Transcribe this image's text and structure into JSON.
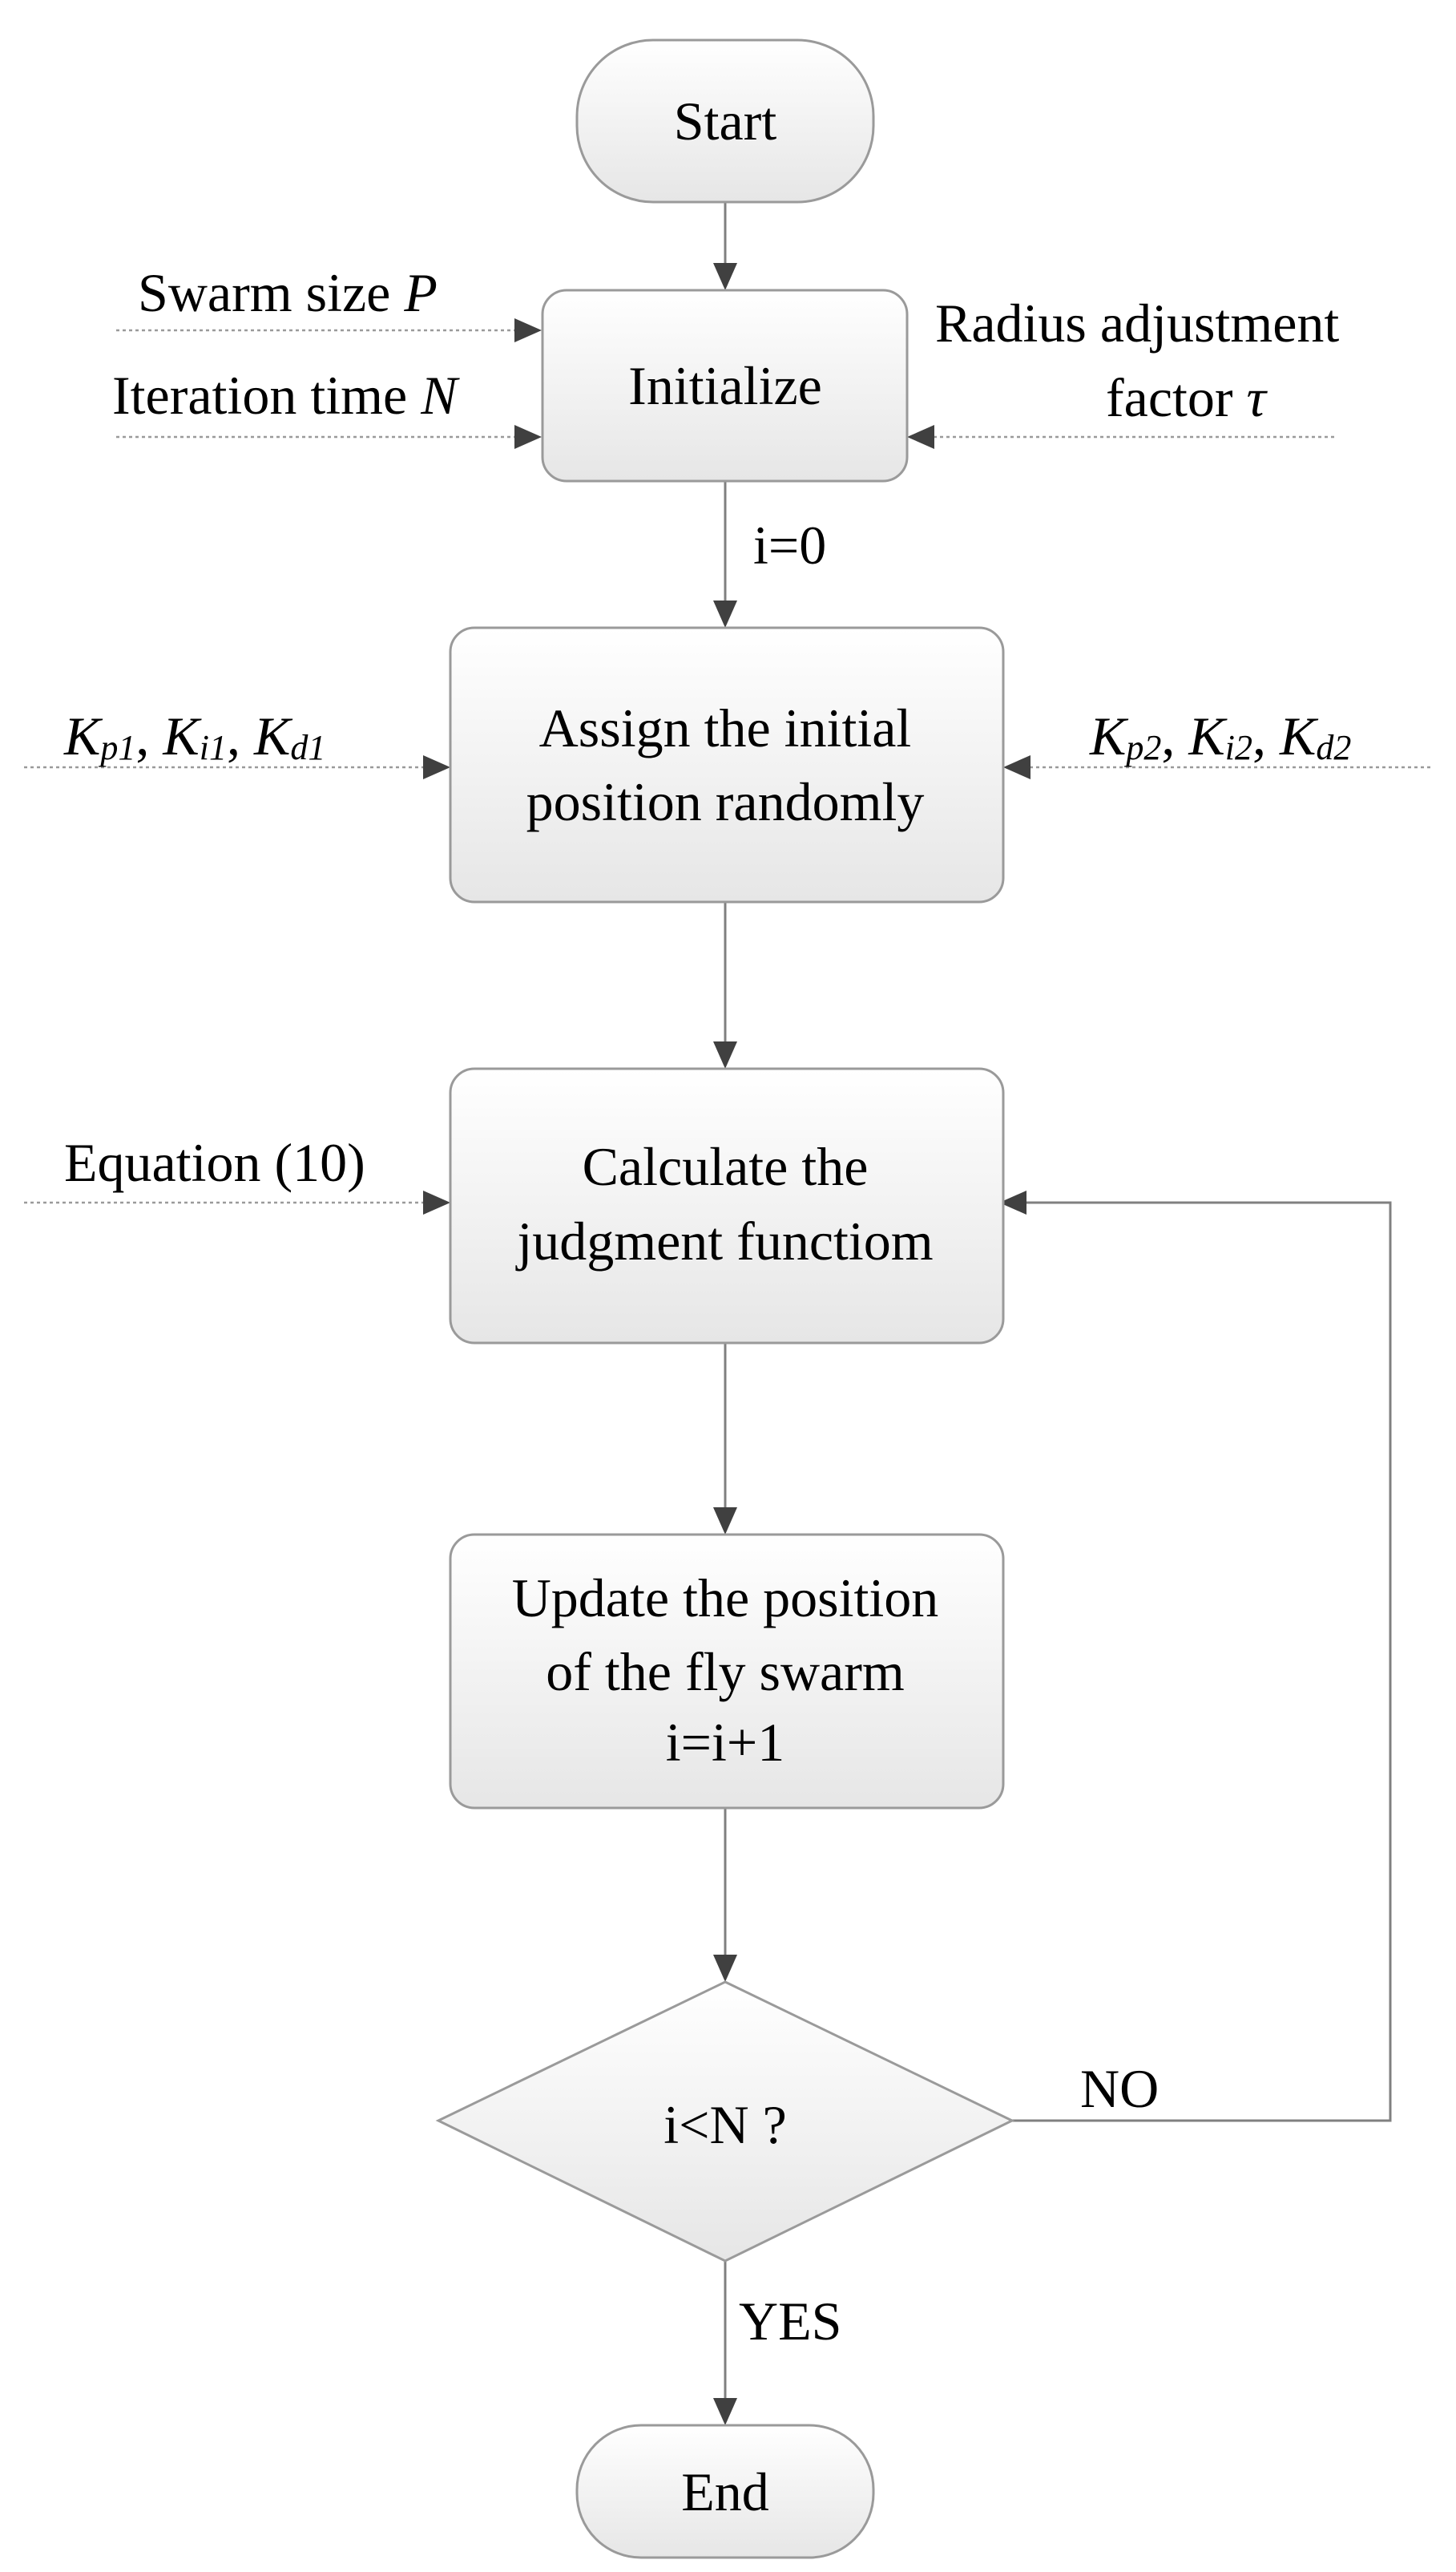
{
  "nodes": {
    "start": "Start",
    "initialize": "Initialize",
    "assign": {
      "line1": "Assign the initial",
      "line2": "position randomly"
    },
    "calculate": {
      "line1": "Calculate the",
      "line2": "judgment functiom"
    },
    "update": {
      "line1": "Update the position",
      "line2": "of the fly swarm",
      "line3": "i=i+1"
    },
    "decision": "i<N ?",
    "end": "End"
  },
  "inputs": {
    "swarm_size": {
      "text": "Swarm size ",
      "var": "P"
    },
    "iteration_time": {
      "text": "Iteration time ",
      "var": "N"
    },
    "radius": {
      "line1": "Radius adjustment",
      "line2_text": "factor ",
      "var": "τ"
    },
    "gains1": {
      "k": "K",
      "p": "p1",
      "i": "i1",
      "d": "d1",
      "sep": ", "
    },
    "gains2": {
      "k": "K",
      "p": "p2",
      "i": "i2",
      "d": "d2",
      "sep": ", "
    },
    "equation": "Equation (10)"
  },
  "edge_labels": {
    "init": "i=0",
    "yes": "YES",
    "no": "NO"
  },
  "colors": {
    "box_top": "#ffffff",
    "box_bottom": "#e6e6e6",
    "box_stroke": "#9a9a9a",
    "line": "#808080",
    "dashed_input": "#9a9a9a",
    "arrow_head": "#404040",
    "text": "#000000"
  }
}
